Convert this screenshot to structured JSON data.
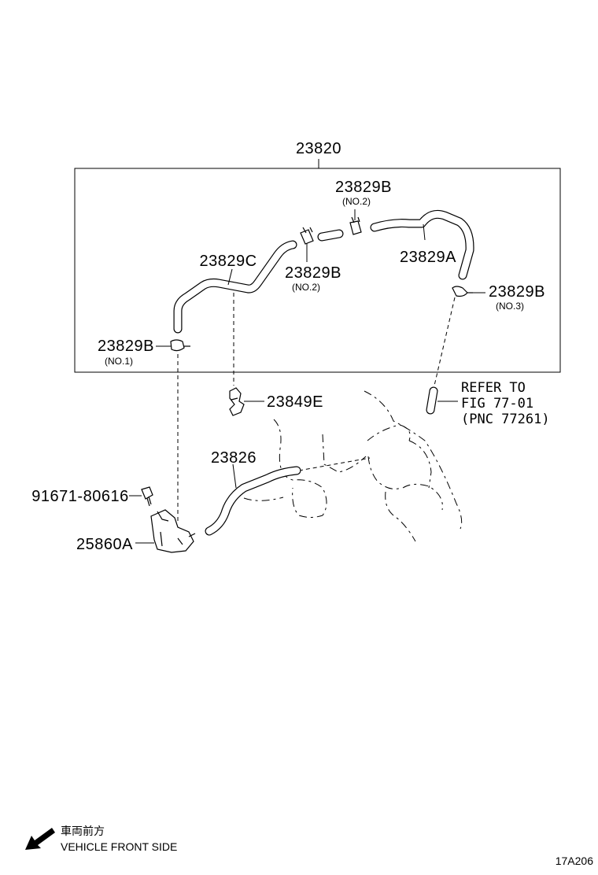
{
  "parts": {
    "assembly": "23820",
    "hose_a": "23829A",
    "hose_c": "23829C",
    "clamp_no2_top": "23829B",
    "clamp_no2_top_note": "(NO.2)",
    "clamp_no2_bottom": "23829B",
    "clamp_no2_bottom_note": "(NO.2)",
    "clamp_no3": "23829B",
    "clamp_no3_note": "(NO.3)",
    "clamp_no1": "23829B",
    "clamp_no1_note": "(NO.1)",
    "clip": "23849E",
    "hose_lower": "23826",
    "bolt": "91671-80616",
    "valve": "25860A"
  },
  "reference": {
    "line1": "REFER TO",
    "line2": "FIG 77-01",
    "line3": "(PNC 77261)"
  },
  "footer": {
    "direction_jp": "車両前方",
    "direction_en": "VEHICLE FRONT SIDE",
    "figure_code": "17A206"
  },
  "icons": {
    "direction_arrow": "arrow-down-left-icon"
  }
}
